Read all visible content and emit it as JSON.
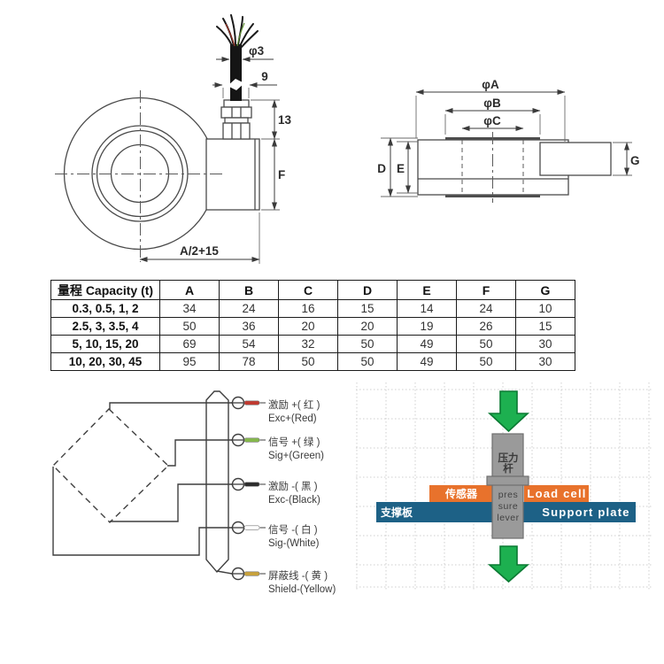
{
  "front_view": {
    "labels": {
      "cable_diameter": "φ3",
      "cable_entry_width": "9",
      "gland_height": "13",
      "housing_height": "F",
      "center_to_housing": "A/2+15"
    }
  },
  "section_view": {
    "labels": {
      "outer_diameter": "φA",
      "boss_diameter": "φB",
      "inner_diameter": "φC",
      "total_height": "D",
      "body_height": "E",
      "housing_height": "G"
    }
  },
  "spec_table": {
    "header": [
      "量程 Capacity (t)",
      "A",
      "B",
      "C",
      "D",
      "E",
      "F",
      "G"
    ],
    "rows": [
      {
        "capacity": "0.3, 0.5, 1, 2",
        "values": [
          "34",
          "24",
          "16",
          "15",
          "14",
          "24",
          "10"
        ]
      },
      {
        "capacity": "2.5, 3, 3.5, 4",
        "values": [
          "50",
          "36",
          "20",
          "20",
          "19",
          "26",
          "15"
        ]
      },
      {
        "capacity": "5, 10, 15, 20",
        "values": [
          "69",
          "54",
          "32",
          "50",
          "49",
          "50",
          "30"
        ]
      },
      {
        "capacity": "10, 20, 30, 45",
        "values": [
          "95",
          "78",
          "50",
          "50",
          "49",
          "50",
          "30"
        ]
      }
    ]
  },
  "wiring": {
    "leads": [
      {
        "cn": "激励 +( 红 )",
        "en": "Exc+(Red)",
        "color": "#c03a30"
      },
      {
        "cn": "信号 +( 绿 )",
        "en": "Sig+(Green)",
        "color": "#85b84c"
      },
      {
        "cn": "激励 -( 黑 )",
        "en": "Exc-(Black)",
        "color": "#2d2d2d"
      },
      {
        "cn": "信号 -( 白 )",
        "en": "Sig-(White)",
        "color": "#ffffff"
      },
      {
        "cn": "屏蔽线 -( 黄 )",
        "en": "Shield-(Yellow)",
        "color": "#c8a23c"
      }
    ]
  },
  "installation": {
    "pressure_rod_lines": [
      "压力",
      "杆"
    ],
    "sensor_cn": "传感器",
    "load_cell_en": "Load cell",
    "support_plate_cn": "支撑板",
    "support_plate_en": "Support plate",
    "pressure_lever_lines": [
      "pres",
      "sure",
      "lever"
    ],
    "colors": {
      "orange": "#e8722c",
      "blue": "#1d6186",
      "arrow_green": "#1db050",
      "column_gray": "#9a9a9a"
    }
  }
}
